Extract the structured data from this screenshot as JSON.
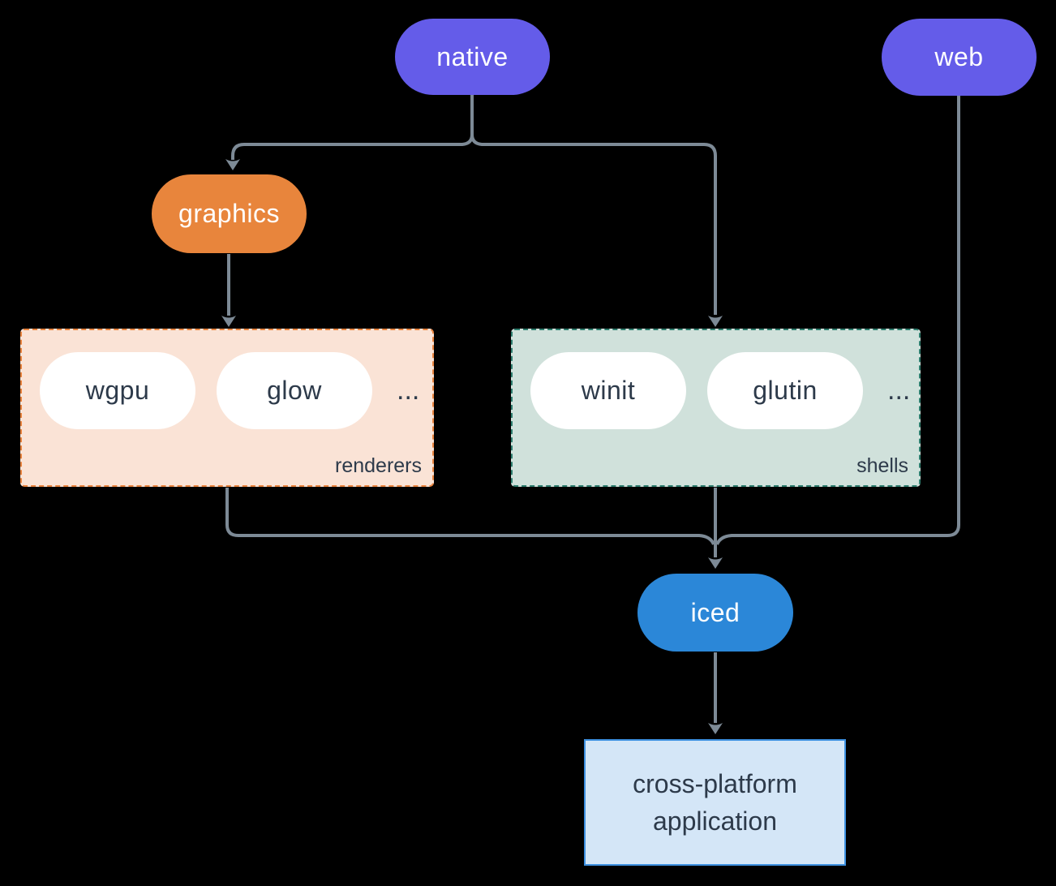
{
  "nodes": {
    "native": {
      "label": "native",
      "color": "#645ce9"
    },
    "web": {
      "label": "web",
      "color": "#645ce9"
    },
    "graphics": {
      "label": "graphics",
      "color": "#e8853c"
    },
    "iced": {
      "label": "iced",
      "color": "#2b87d8"
    },
    "app": {
      "label": "cross-platform application",
      "bg": "#d4e6f7",
      "border": "#3d90e0"
    }
  },
  "groups": {
    "renderers": {
      "label": "renderers",
      "items": [
        "wgpu",
        "glow"
      ],
      "ellipsis": "...",
      "bg": "#fae3d6",
      "border": "#e8833e"
    },
    "shells": {
      "label": "shells",
      "items": [
        "winit",
        "glutin"
      ],
      "ellipsis": "...",
      "bg": "#d0e1db",
      "border": "#2e7d6e"
    }
  },
  "colors": {
    "background": "#000000",
    "connector": "#7d8a96",
    "dark_text": "#2d3a4a",
    "pill_text": "#ffffff"
  }
}
